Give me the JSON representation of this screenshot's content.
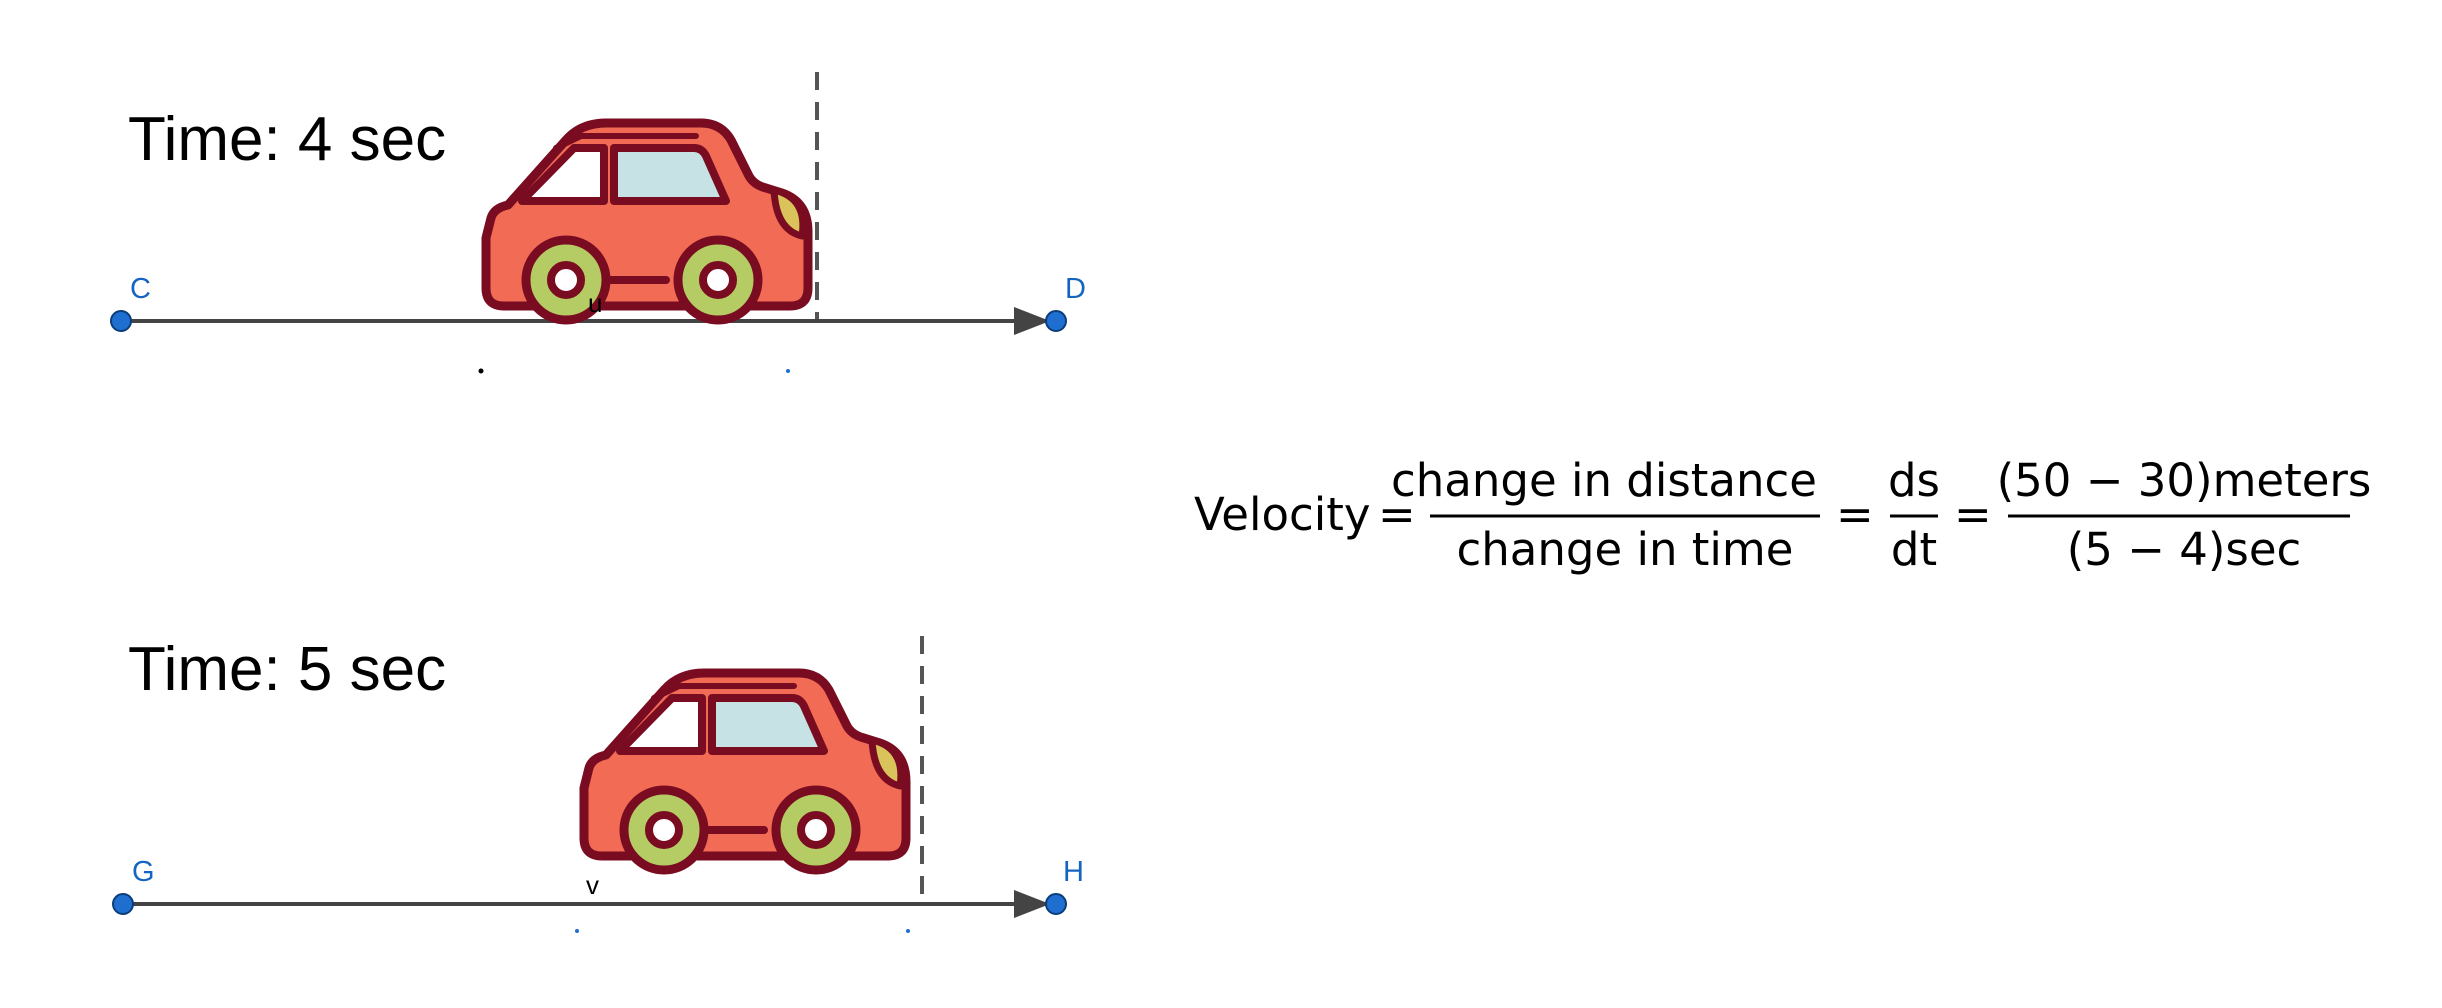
{
  "panels": [
    {
      "time_label": "Time: 4 sec",
      "start_point": "C",
      "end_point": "D",
      "vector_label": "u"
    },
    {
      "time_label": "Time: 5 sec",
      "start_point": "G",
      "end_point": "H",
      "vector_label": "v"
    }
  ],
  "formula": {
    "lhs": "Velocity",
    "equals": "=",
    "frac1_num": "change in distance",
    "frac1_den": "change in time",
    "frac2_num": "ds",
    "frac2_den": "dt",
    "frac3_num": "(50 − 30)meters",
    "frac3_den": "(5 − 4)sec"
  },
  "colors": {
    "car_body": "#f26b55",
    "car_outline": "#7a0c22",
    "window": "#c7e2e4",
    "wheel": "#b4cc63",
    "headlight": "#d9c35a",
    "axis_line": "#444444",
    "point": "#1e6fd0",
    "point_label": "#1565c0"
  }
}
